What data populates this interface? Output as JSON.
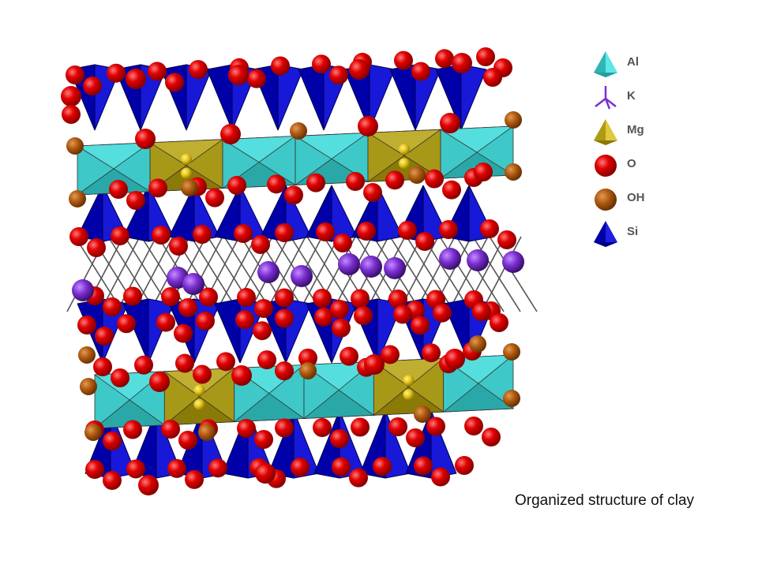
{
  "legend": {
    "items": [
      {
        "label": "Al",
        "icon": "teal-tetrahedron-icon",
        "color": "#40d0d0"
      },
      {
        "label": "K",
        "icon": "purple-bond-icon",
        "color": "#7a2fd0"
      },
      {
        "label": "Mg",
        "icon": "olive-tetrahedron-icon",
        "color": "#c8b020"
      },
      {
        "label": "O",
        "icon": "red-sphere-icon",
        "color": "#e00000"
      },
      {
        "label": "OH",
        "icon": "brown-sphere-icon",
        "color": "#b05a10"
      },
      {
        "label": "Si",
        "icon": "blue-tetrahedron-icon",
        "color": "#0000c8"
      }
    ]
  },
  "caption": "Organized structure of clay"
}
